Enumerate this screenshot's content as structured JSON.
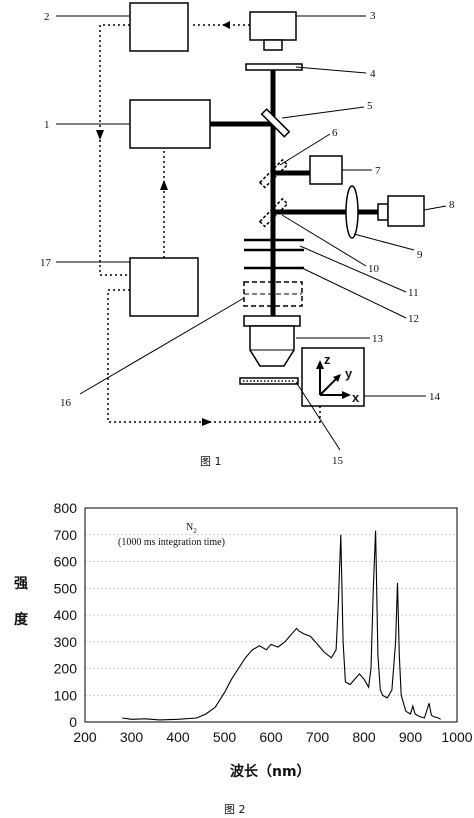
{
  "figure1": {
    "caption": "图 1",
    "labels": [
      "1",
      "2",
      "3",
      "4",
      "5",
      "6",
      "7",
      "8",
      "9",
      "10",
      "11",
      "12",
      "13",
      "14",
      "15",
      "16",
      "17"
    ],
    "stage_axes": [
      "z",
      "y",
      "x"
    ]
  },
  "figure2": {
    "caption": "图 2",
    "annotation_gas": "N",
    "annotation_sub": "2",
    "annotation_time": "(1000 ms integration time)"
  },
  "chart_data": {
    "type": "line",
    "title": "",
    "xlabel": "波长（nm）",
    "ylabel": "强度",
    "ylabel_chars": [
      "强",
      "度"
    ],
    "xlim": [
      200,
      1000
    ],
    "ylim": [
      0,
      800
    ],
    "x_ticks": [
      200,
      300,
      400,
      500,
      600,
      700,
      800,
      900,
      1000
    ],
    "y_ticks": [
      0,
      100,
      200,
      300,
      400,
      500,
      600,
      700,
      800
    ],
    "grid": true,
    "series": [
      {
        "x": [
          280,
          300,
          330,
          360,
          400,
          440,
          460,
          480,
          500,
          515,
          530,
          545,
          560,
          575,
          590,
          600,
          615,
          630,
          645,
          655,
          660,
          670,
          685,
          700,
          715,
          730,
          740,
          745,
          750,
          755,
          760,
          770,
          790,
          800,
          810,
          815,
          820,
          825,
          830,
          835,
          840,
          850,
          860,
          868,
          872,
          876,
          880,
          890,
          900,
          905,
          910,
          920,
          930,
          940,
          945,
          950,
          960,
          965
        ],
        "y": [
          15,
          10,
          12,
          8,
          10,
          15,
          30,
          55,
          110,
          160,
          200,
          240,
          270,
          285,
          270,
          290,
          280,
          300,
          330,
          350,
          340,
          330,
          320,
          290,
          260,
          240,
          270,
          450,
          700,
          300,
          150,
          140,
          180,
          160,
          130,
          200,
          500,
          715,
          250,
          120,
          100,
          90,
          120,
          300,
          520,
          250,
          100,
          40,
          30,
          60,
          30,
          20,
          15,
          70,
          25,
          20,
          15,
          10
        ]
      }
    ]
  }
}
